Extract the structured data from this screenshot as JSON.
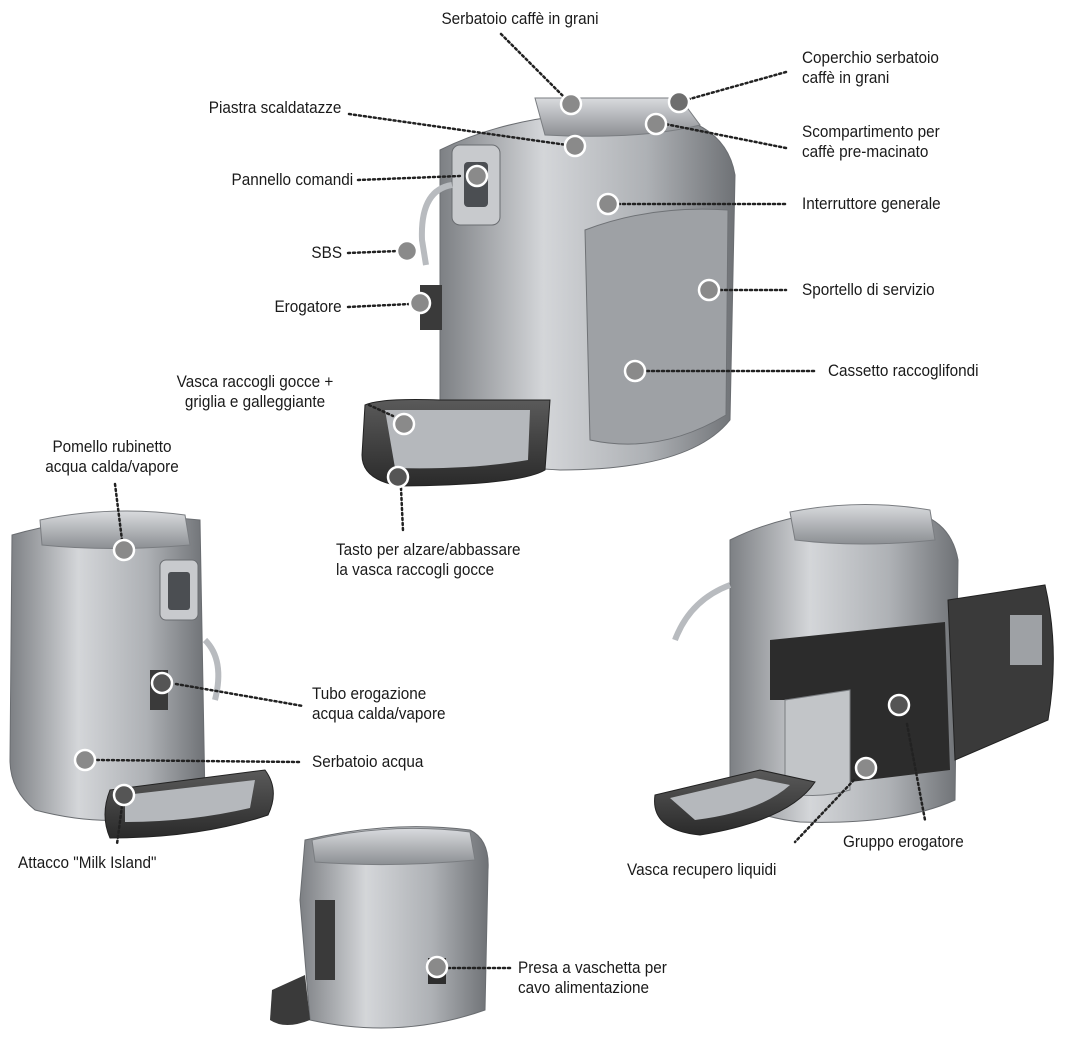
{
  "labels": {
    "serbatoio_caffe": "Serbatoio caffè in grani",
    "coperchio_l1": "Coperchio serbatoio",
    "coperchio_l2": "caffè in grani",
    "piastra": "Piastra scaldatazze",
    "scompartimento_l1": "Scompartimento per",
    "scompartimento_l2": "caffè pre-macinato",
    "pannello": "Pannello comandi",
    "interruttore": "Interruttore generale",
    "sbs": "SBS",
    "sportello": "Sportello di servizio",
    "erogatore": "Erogatore",
    "cassetto": "Cassetto raccoglifondi",
    "vasca_gocce_l1": "Vasca raccogli gocce +",
    "vasca_gocce_l2": "griglia e galleggiante",
    "pomello_l1": "Pomello rubinetto",
    "pomello_l2": "acqua calda/vapore",
    "tasto_l1": "Tasto per alzare/abbassare",
    "tasto_l2": "la vasca raccogli gocce",
    "tubo_l1": "Tubo erogazione",
    "tubo_l2": "acqua calda/vapore",
    "serbatoio_acqua": "Serbatoio acqua",
    "attacco": "Attacco \"Milk Island\"",
    "gruppo": "Gruppo erogatore",
    "vasca_recupero": "Vasca recupero liquidi",
    "presa_l1": "Presa a vaschetta per",
    "presa_l2": "cavo alimentazione"
  },
  "colors": {
    "text": "#1a1a1a",
    "leader": "#222222",
    "marker_ring": "#ffffff",
    "marker_fill": "#8a8a8a",
    "machine_silver": "#b9bcc0",
    "machine_dark": "#3a3a3a"
  },
  "icons": [
    "callout-marker-icon",
    "espresso-machine-illustration"
  ]
}
